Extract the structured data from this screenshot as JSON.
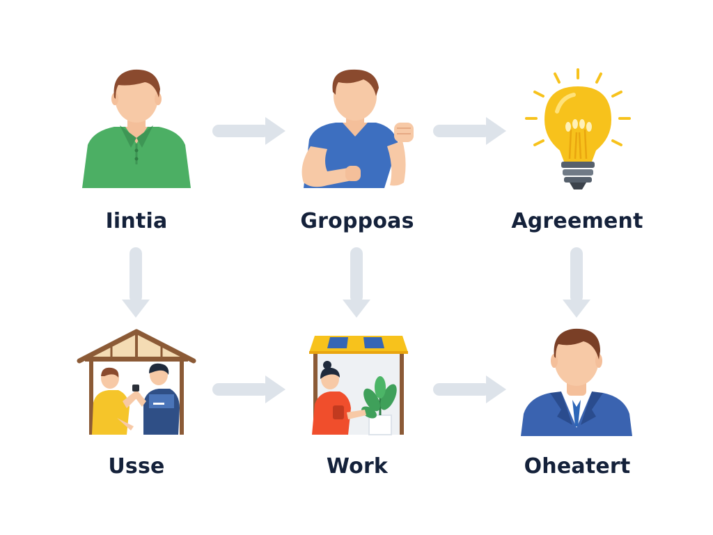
{
  "nodes": [
    {
      "id": "initia",
      "label": "Iintia",
      "icon": "person-green-shirt-icon"
    },
    {
      "id": "groppoas",
      "label": "Groppoas",
      "icon": "person-blue-shirt-fist-icon"
    },
    {
      "id": "agreement",
      "label": "Agreement",
      "icon": "lightbulb-icon"
    },
    {
      "id": "usse",
      "label": "Usse",
      "icon": "handshake-shelter-icon"
    },
    {
      "id": "work",
      "label": "Work",
      "icon": "plant-stall-icon"
    },
    {
      "id": "oheatert",
      "label": "Oheatert",
      "icon": "businessman-suit-icon"
    }
  ],
  "colors": {
    "arrow": "#dde3ea",
    "label": "#14213a",
    "green_shirt": "#4caf64",
    "blue_shirt": "#3d6fc0",
    "bulb": "#f7c21c",
    "suit": "#3a63b0",
    "skin": "#f7c9a6",
    "hair": "#8a4a2e"
  }
}
